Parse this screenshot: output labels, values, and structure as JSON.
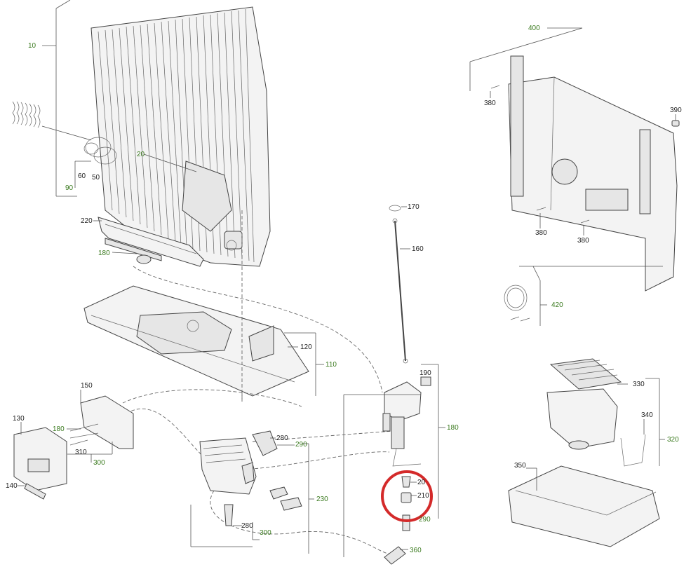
{
  "diagram": {
    "labels": {
      "l10": "10",
      "l20": "20",
      "l50": "50",
      "l60": "60",
      "l90": "90",
      "l220": "220",
      "l180a": "180",
      "l170": "170",
      "l160": "160",
      "l120": "120",
      "l110": "110",
      "l190": "190",
      "l180b": "180",
      "l150": "150",
      "l130": "130",
      "l180c": "180",
      "l310": "310",
      "l300a": "300",
      "l140": "140",
      "l280a": "280",
      "l290a": "290",
      "l230": "230",
      "l280b": "280",
      "l300b": "300",
      "l20b": "20",
      "l210": "210",
      "l290b": "290",
      "l360": "360",
      "l400": "400",
      "l380a": "380",
      "l390": "390",
      "l380b": "380",
      "l380c": "380",
      "l420": "420",
      "l330": "330",
      "l340": "340",
      "l320": "320",
      "l350": "350"
    },
    "highlight_color": "#d42a2a",
    "label_color_green": "#3a7a1e",
    "label_color_black": "#222222"
  }
}
